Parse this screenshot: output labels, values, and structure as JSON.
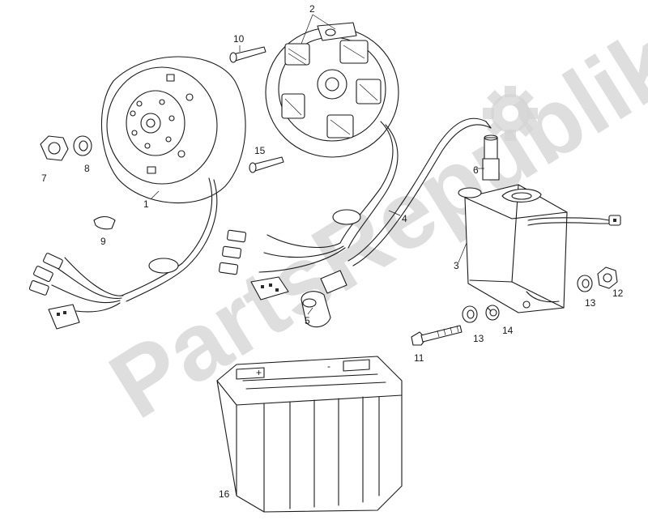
{
  "diagram": {
    "parts": [
      {
        "id": "flywheel",
        "label": "1"
      },
      {
        "id": "stator",
        "label": "2"
      },
      {
        "id": "regulator",
        "label": "3"
      },
      {
        "id": "ignition-cable",
        "label": "4"
      },
      {
        "id": "spark-plug-cap",
        "label": "5"
      },
      {
        "id": "ground-cable-cap",
        "label": "6"
      },
      {
        "id": "flywheel-nut",
        "label": "7"
      },
      {
        "id": "flywheel-washer",
        "label": "8"
      },
      {
        "id": "woodruff-key",
        "label": "9"
      },
      {
        "id": "stator-screw",
        "label": "10"
      },
      {
        "id": "regulator-bolt",
        "label": "11"
      },
      {
        "id": "regulator-nut",
        "label": "12"
      },
      {
        "id": "washer-left",
        "label": "13"
      },
      {
        "id": "lock-washer",
        "label": "14"
      },
      {
        "id": "pickup-screw",
        "label": "15"
      },
      {
        "id": "battery",
        "label": "16"
      },
      {
        "id": "washer-right",
        "label": "13"
      }
    ],
    "battery_terminals": {
      "positive": "+",
      "negative": "-"
    }
  },
  "watermark": {
    "text": "PartsRepublik",
    "icon": "gear-icon"
  }
}
